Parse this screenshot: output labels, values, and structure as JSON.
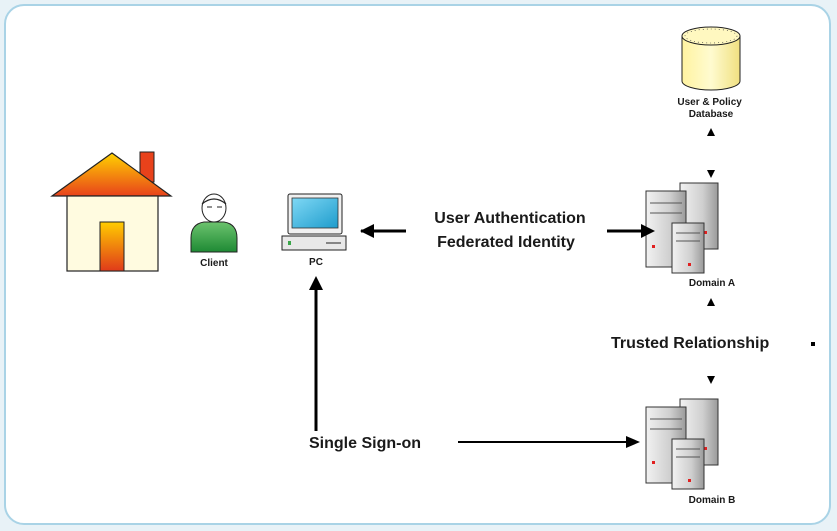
{
  "diagram": {
    "labels": {
      "client": "Client",
      "pc": "PC",
      "database": [
        "User & Policy",
        "Database"
      ],
      "domain_a": "Domain A",
      "domain_b": "Domain B",
      "user_auth": "User Authentication",
      "federated": "Federated Identity",
      "trusted": "Trusted Relationship",
      "sso": "Single Sign-on"
    },
    "icons": [
      "house-icon",
      "client-person-icon",
      "pc-icon",
      "database-icon",
      "server-cluster-icon"
    ],
    "colors": {
      "frame_border": "#a9d3e6",
      "background": "#e8f2f7",
      "house_roof_top": "#ffd200",
      "house_roof_bottom": "#e8421b",
      "house_wall": "#fffbe0",
      "client_body": "#3aa649",
      "pc_screen": "#39b8e6",
      "database": "#fff7a8",
      "server": "#c8c8c8",
      "arrow": "#000000"
    }
  }
}
